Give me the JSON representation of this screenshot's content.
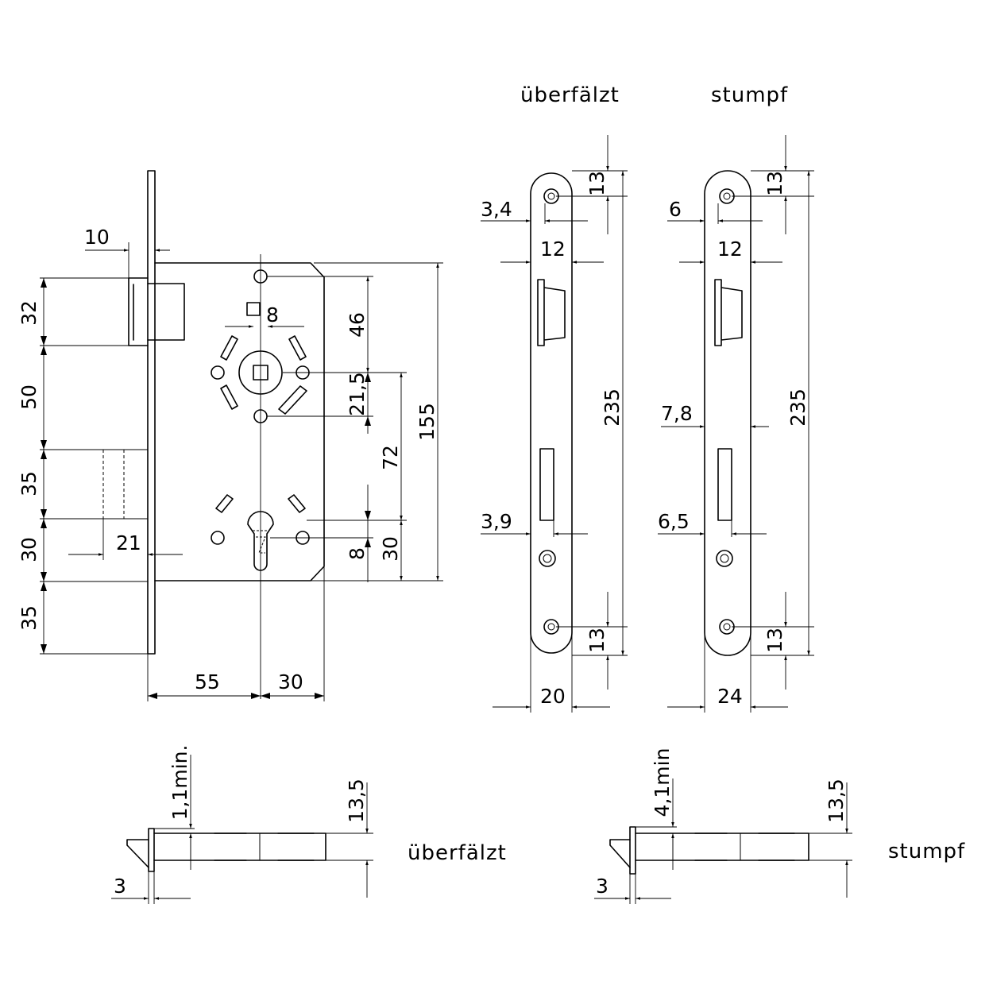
{
  "labels": {
    "top_overfalzt": "überfälzt",
    "top_stumpf": "stumpf",
    "bottom_overfalzt": "überfälzt",
    "bottom_stumpf": "stumpf"
  },
  "main_view": {
    "d10": "10",
    "d32": "32",
    "d50": "50",
    "d35a": "35",
    "d30a": "30",
    "d35b": "35",
    "d21": "21",
    "d8_square": "8",
    "d46": "46",
    "d21_5": "21,5",
    "d72": "72",
    "d155": "155",
    "d8_cyl": "8",
    "d30b": "30",
    "d55": "55",
    "d30c": "30"
  },
  "faceplate_overfalzt": {
    "d3_4": "3,4",
    "d12": "12",
    "d13_top": "13",
    "d235": "235",
    "d3_9": "3,9",
    "d13_bottom": "13",
    "d20": "20"
  },
  "faceplate_stumpf": {
    "d6": "6",
    "d12": "12",
    "d13_top": "13",
    "d235": "235",
    "d7_8": "7,8",
    "d6_5": "6,5",
    "d13_bottom": "13",
    "d24": "24"
  },
  "section_overfalzt": {
    "d1_1": "1,1min.",
    "d13_5": "13,5",
    "d3": "3"
  },
  "section_stumpf": {
    "d4_1": "4,1min",
    "d13_5": "13,5",
    "d3": "3"
  }
}
